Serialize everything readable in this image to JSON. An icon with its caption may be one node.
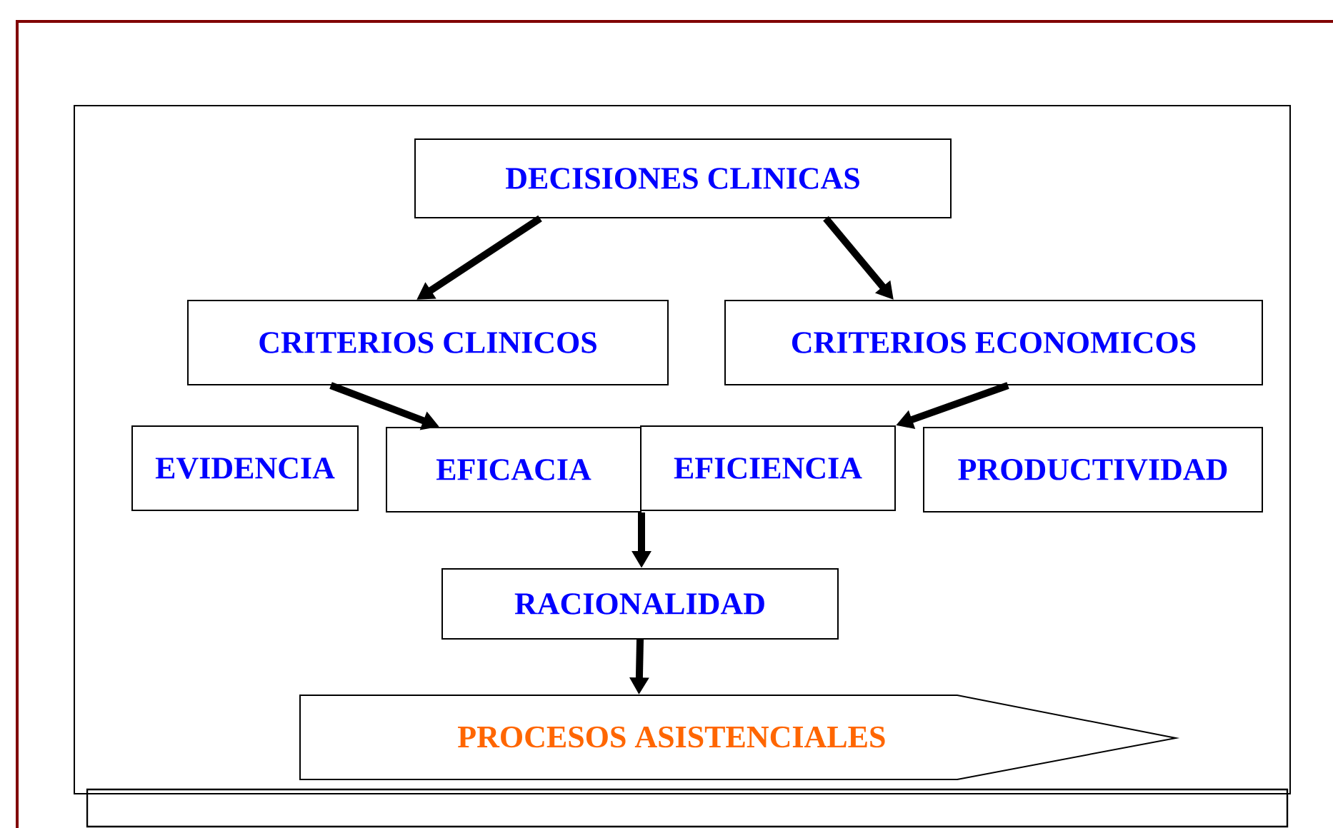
{
  "diagram": {
    "nodes": [
      {
        "text": [
          "DECISIONES CLINICAS"
        ]
      },
      {
        "text": [
          "CRITERIOS CLINICOS"
        ]
      },
      {
        "text": [
          "CRITERIOS ECONOMICOS"
        ]
      },
      {
        "text": [
          "EVIDENCIA"
        ]
      },
      {
        "text": [
          "EFICACIA"
        ]
      },
      {
        "text": [
          "EFICIENCIA"
        ]
      },
      {
        "text": [
          "PRODUCTIVIDAD"
        ]
      },
      {
        "text": [
          "RACIONALIDAD"
        ]
      },
      {
        "text": [
          "PROCESOS ASISTENCIALES"
        ]
      }
    ],
    "edges": [
      {
        "from": 0,
        "to": 1,
        "arrow": "to"
      },
      {
        "from": 0,
        "to": 2,
        "arrow": "to"
      },
      {
        "from": 1,
        "to": 4,
        "arrow": "to"
      },
      {
        "from": 2,
        "to": 5,
        "arrow": "to"
      },
      {
        "from": 4,
        "to": 7,
        "arrow": "to"
      },
      {
        "from": 5,
        "to": 7,
        "arrow": "to"
      },
      {
        "from": 7,
        "to": 8,
        "arrow": "to"
      }
    ]
  }
}
